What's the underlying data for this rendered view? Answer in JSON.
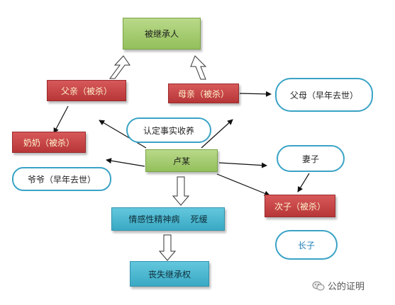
{
  "nodes": {
    "heir": "被继承人",
    "father": "父亲（被杀）",
    "mother": "母亲（被杀）",
    "maternal_grandparents": "父母（早年去世）",
    "grandmother": "奶奶（被杀）",
    "grandfather": "爷爷（早年去世）",
    "adoption_note": "认定事实收养",
    "lu": "卢某",
    "wife": "妻子",
    "second_son": "次子（被杀）",
    "eldest_son": "长子",
    "illness": "情感性精神病    死缓",
    "loss": "丧失继承权"
  },
  "watermark": "公的证明",
  "colors": {
    "green": "#93c05b",
    "red": "#b73638",
    "cyan": "#3aa9c4",
    "pill_border": "#3aa3c6"
  }
}
